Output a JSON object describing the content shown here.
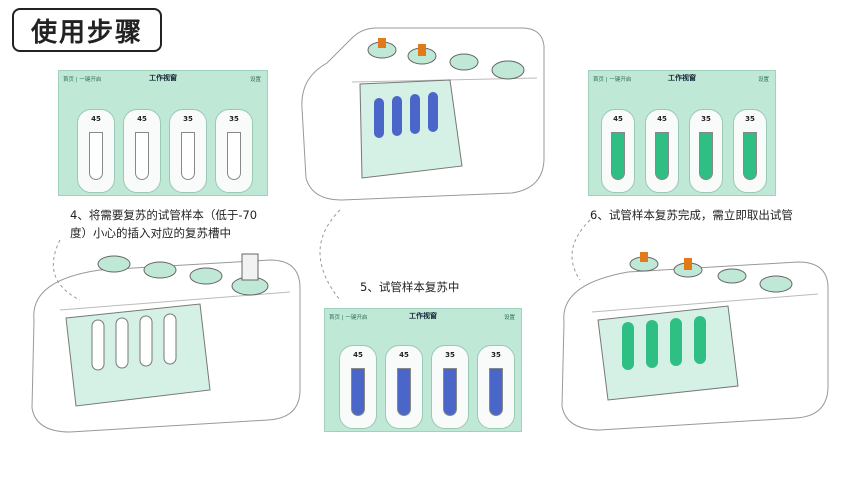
{
  "page_title": "使用步骤",
  "steps": {
    "step4": "4、将需要复苏的试管样本（低于-70度）小心的插入对应的复苏槽中",
    "step5": "5、试管样本复苏中",
    "step6": "6、试管样本复苏完成，需立即取出试管"
  },
  "screen": {
    "title": "工作视窗",
    "nav_left": "首页 | 一键开启",
    "nav_right": "设置",
    "slot_values": [
      "45",
      "45",
      "35",
      "35"
    ]
  },
  "colors": {
    "screen_bg": "#bfe8d6",
    "tube_blue": "#4a66c8",
    "tube_green": "#2fbf84",
    "cap_orange": "#e07a1a"
  }
}
